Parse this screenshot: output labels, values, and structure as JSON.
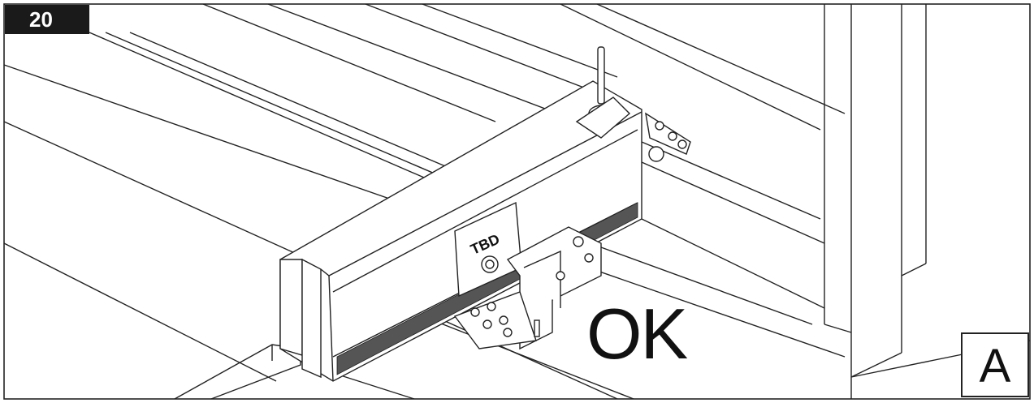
{
  "step": {
    "number": "20"
  },
  "result": {
    "label": "OK"
  },
  "variant": {
    "label": "A"
  },
  "device": {
    "brand": "TBD"
  },
  "colors": {
    "line": "#222222",
    "badge_bg": "#1a1a1a",
    "badge_text": "#ffffff",
    "background": "#ffffff"
  }
}
